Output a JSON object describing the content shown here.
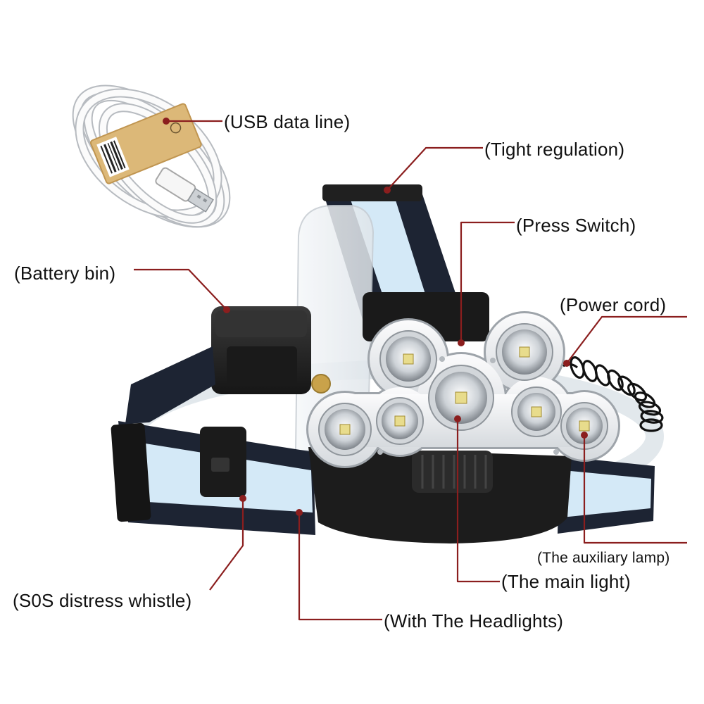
{
  "labels": {
    "usb_data_line": "(USB data line)",
    "tight_regulation": "(Tight regulation)",
    "press_switch": "(Press Switch)",
    "power_cord": "(Power cord)",
    "battery_bin": "(Battery bin)",
    "auxiliary_lamp": "(The auxiliary lamp)",
    "main_light": "(The main light)",
    "sos_whistle": "(S0S distress whistle)",
    "with_headlights": "(With The Headlights)"
  },
  "colors": {
    "callout": "#8b1e1e",
    "background": "#ffffff",
    "strap": "#1d2433",
    "strap_stripe": "#d4e9f7",
    "housing": "#1c1c1c"
  }
}
